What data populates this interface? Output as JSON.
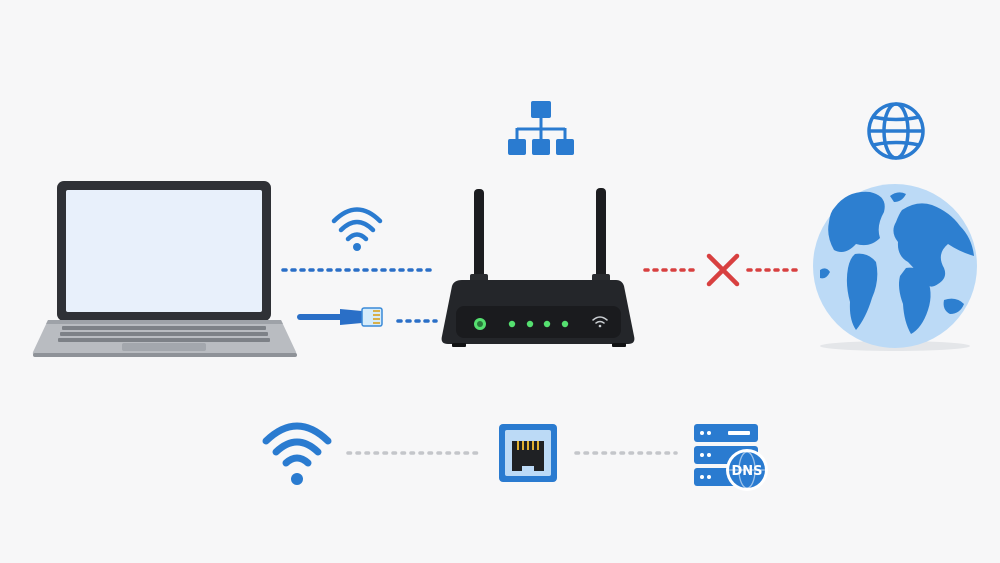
{
  "colors": {
    "background": "#f7f7f8",
    "accent_blue": "#2a7bd0",
    "connection_blue": "#2a6fc7",
    "error_red": "#d84040",
    "router_body": "#1f2124",
    "router_led_green": "#55e070",
    "laptop_frame": "#2f3136",
    "laptop_screen": "#e8f0fb",
    "laptop_base": "#b9bcc1",
    "globe_ocean": "#bcdaf6",
    "globe_land": "#2d7fd0",
    "dotted_gray": "#c4c6ca"
  },
  "icons": {
    "network_hierarchy": "network-hierarchy-icon",
    "globe": "globe-icon",
    "wifi_top": "wifi-icon",
    "ethernet_cable": "ethernet-cable-icon",
    "router": "router-icon",
    "laptop": "laptop-icon",
    "earth": "earth-globe-icon",
    "disconnect": "disconnect-x-icon",
    "wifi_bottom": "wifi-large-icon",
    "ethernet_port": "ethernet-port-icon",
    "dns_server": "dns-server-icon"
  },
  "dns_label": "DNS",
  "connections": {
    "wifi_link": "connected",
    "wired_link": "connected",
    "internet_link": "disconnected"
  }
}
